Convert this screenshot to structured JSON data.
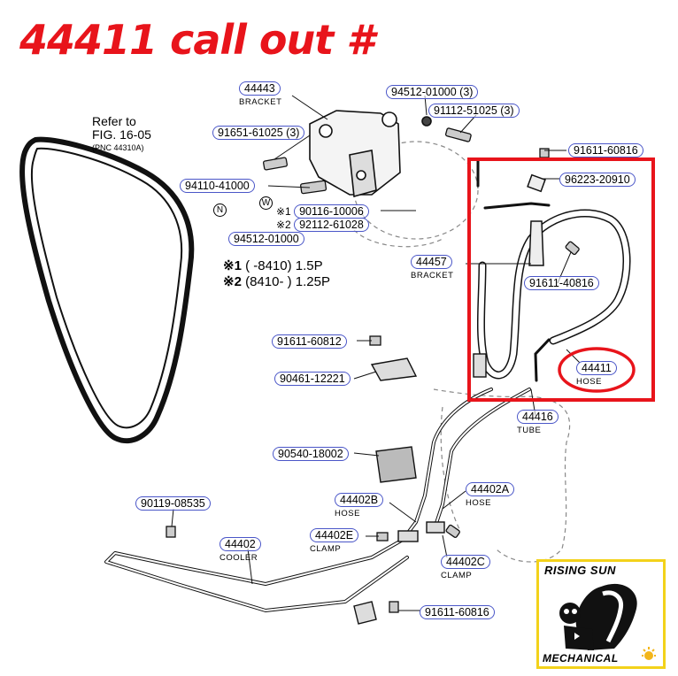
{
  "heading": "44411 call out #",
  "refer": {
    "line1": "Refer to",
    "line2": "FIG. 16-05",
    "line3": "(PNC 44310A)"
  },
  "notes": {
    "mark1": "※1",
    "range1": "(      -8410)",
    "value1": "1.5P",
    "mark2": "※2",
    "range2": "(8410-       )",
    "value2": "1.25P"
  },
  "circled": {
    "n": "N",
    "w": "W"
  },
  "parts": [
    {
      "id": "44443",
      "sub": "BRACKET"
    },
    {
      "id": "94512-01000 (3)"
    },
    {
      "id": "91112-51025 (3)"
    },
    {
      "id": "91651-61025 (3)"
    },
    {
      "id": "91611-60816"
    },
    {
      "id": "96223-20910"
    },
    {
      "id": "94110-41000"
    },
    {
      "id": "90116-10006",
      "prefix": "※1"
    },
    {
      "id": "92112-61028",
      "prefix": "※2"
    },
    {
      "id": "94512-01000"
    },
    {
      "id": "44457",
      "sub": "BRACKET"
    },
    {
      "id": "91611-40816"
    },
    {
      "id": "91611-60812"
    },
    {
      "id": "90461-12221"
    },
    {
      "id": "44411",
      "sub": "HOSE"
    },
    {
      "id": "44416",
      "sub": "TUBE"
    },
    {
      "id": "90540-18002"
    },
    {
      "id": "90119-08535"
    },
    {
      "id": "44402B",
      "sub": "HOSE"
    },
    {
      "id": "44402A",
      "sub": "HOSE"
    },
    {
      "id": "44402",
      "sub": "COOLER"
    },
    {
      "id": "44402E",
      "sub": "CLAMP"
    },
    {
      "id": "44402C",
      "sub": "CLAMP"
    },
    {
      "id": "91611-60816"
    }
  ],
  "logo": {
    "top": "RISING SUN",
    "bottom": "MECHANICAL"
  },
  "colors": {
    "heading": "#e8141b",
    "highlight": "#e8141b",
    "callout_border": "#4a56c8",
    "logo_border": "#f3d21a"
  }
}
